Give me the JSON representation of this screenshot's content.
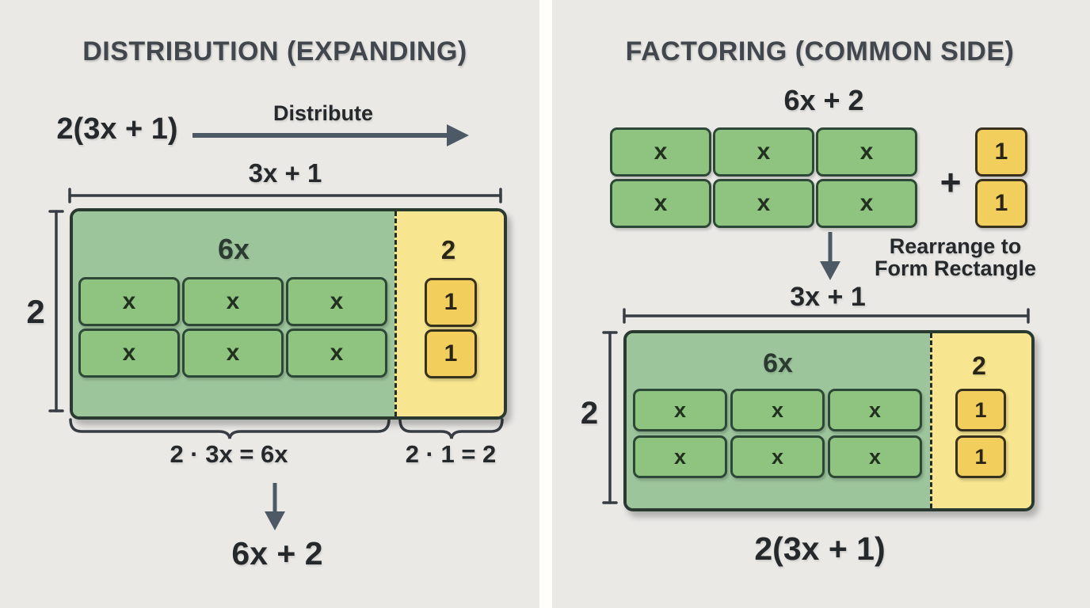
{
  "colors": {
    "background": "#eae9e6",
    "panel_gutter": "#fffefb",
    "title_text": "#42474e",
    "math_text": "#26292c",
    "green_zone": "#9dc59c",
    "green_tile": "#8fc480",
    "green_tile_border": "#2d4836",
    "yellow_zone": "#f7e590",
    "yellow_tile": "#f2ce5c",
    "yellow_tile_border": "#38311d",
    "rect_border": "#2a3a30",
    "dimension_line": "#383d44",
    "arrow": "#4d5a66"
  },
  "left": {
    "title": "DISTRIBUTION (EXPANDING)",
    "expression": "2(3x + 1)",
    "arrow_label": "Distribute",
    "width_label": "3x + 1",
    "height_label": "2",
    "rect": {
      "green_label": "6x",
      "yellow_label": "2",
      "x_tiles": [
        "x",
        "x",
        "x",
        "x",
        "x",
        "x"
      ],
      "unit_tiles": [
        "1",
        "1"
      ]
    },
    "brace_green_label": "2 · 3x = 6x",
    "brace_yellow_label": "2 · 1 = 2",
    "result": "6x + 2"
  },
  "right": {
    "title": "FACTORING (COMMON SIDE)",
    "expression": "6x + 2",
    "loose_x_tiles": [
      "x",
      "x",
      "x",
      "x",
      "x",
      "x"
    ],
    "plus_sign": "+",
    "loose_unit_tiles": [
      "1",
      "1"
    ],
    "arrow_label_line1": "Rearrange to",
    "arrow_label_line2": "Form Rectangle",
    "width_label": "3x + 1",
    "height_label": "2",
    "rect": {
      "green_label": "6x",
      "yellow_label": "2",
      "x_tiles": [
        "x",
        "x",
        "x",
        "x",
        "x",
        "x"
      ],
      "unit_tiles": [
        "1",
        "1"
      ]
    },
    "result": "2(3x + 1)"
  }
}
